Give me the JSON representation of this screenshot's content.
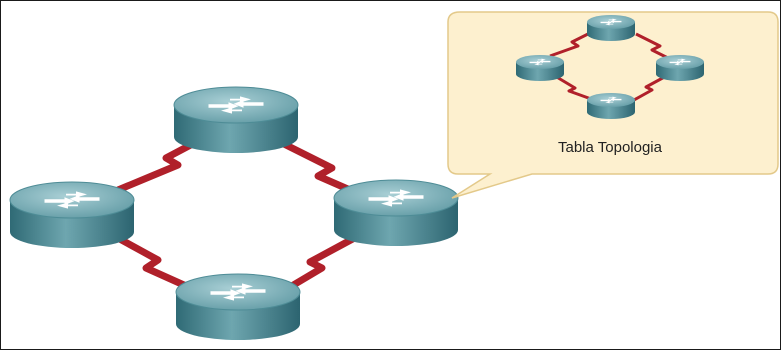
{
  "callout": {
    "label": "Tabla Topologia",
    "fill": "#fdf0cf",
    "stroke": "#e3c98a"
  },
  "colors": {
    "serial_link": "#b0202a",
    "router_top": "#7fb3bb",
    "router_side": "#3f7f8a",
    "arrow": "#ffffff"
  },
  "topology": {
    "routers": [
      "router-top",
      "router-left",
      "router-right",
      "router-bottom"
    ],
    "links": [
      [
        "router-top",
        "router-left"
      ],
      [
        "router-top",
        "router-right"
      ],
      [
        "router-left",
        "router-bottom"
      ],
      [
        "router-bottom",
        "router-right"
      ]
    ],
    "link_type": "serial",
    "icon_names": [
      "router-icon",
      "serial-link-icon",
      "callout-bubble"
    ]
  }
}
